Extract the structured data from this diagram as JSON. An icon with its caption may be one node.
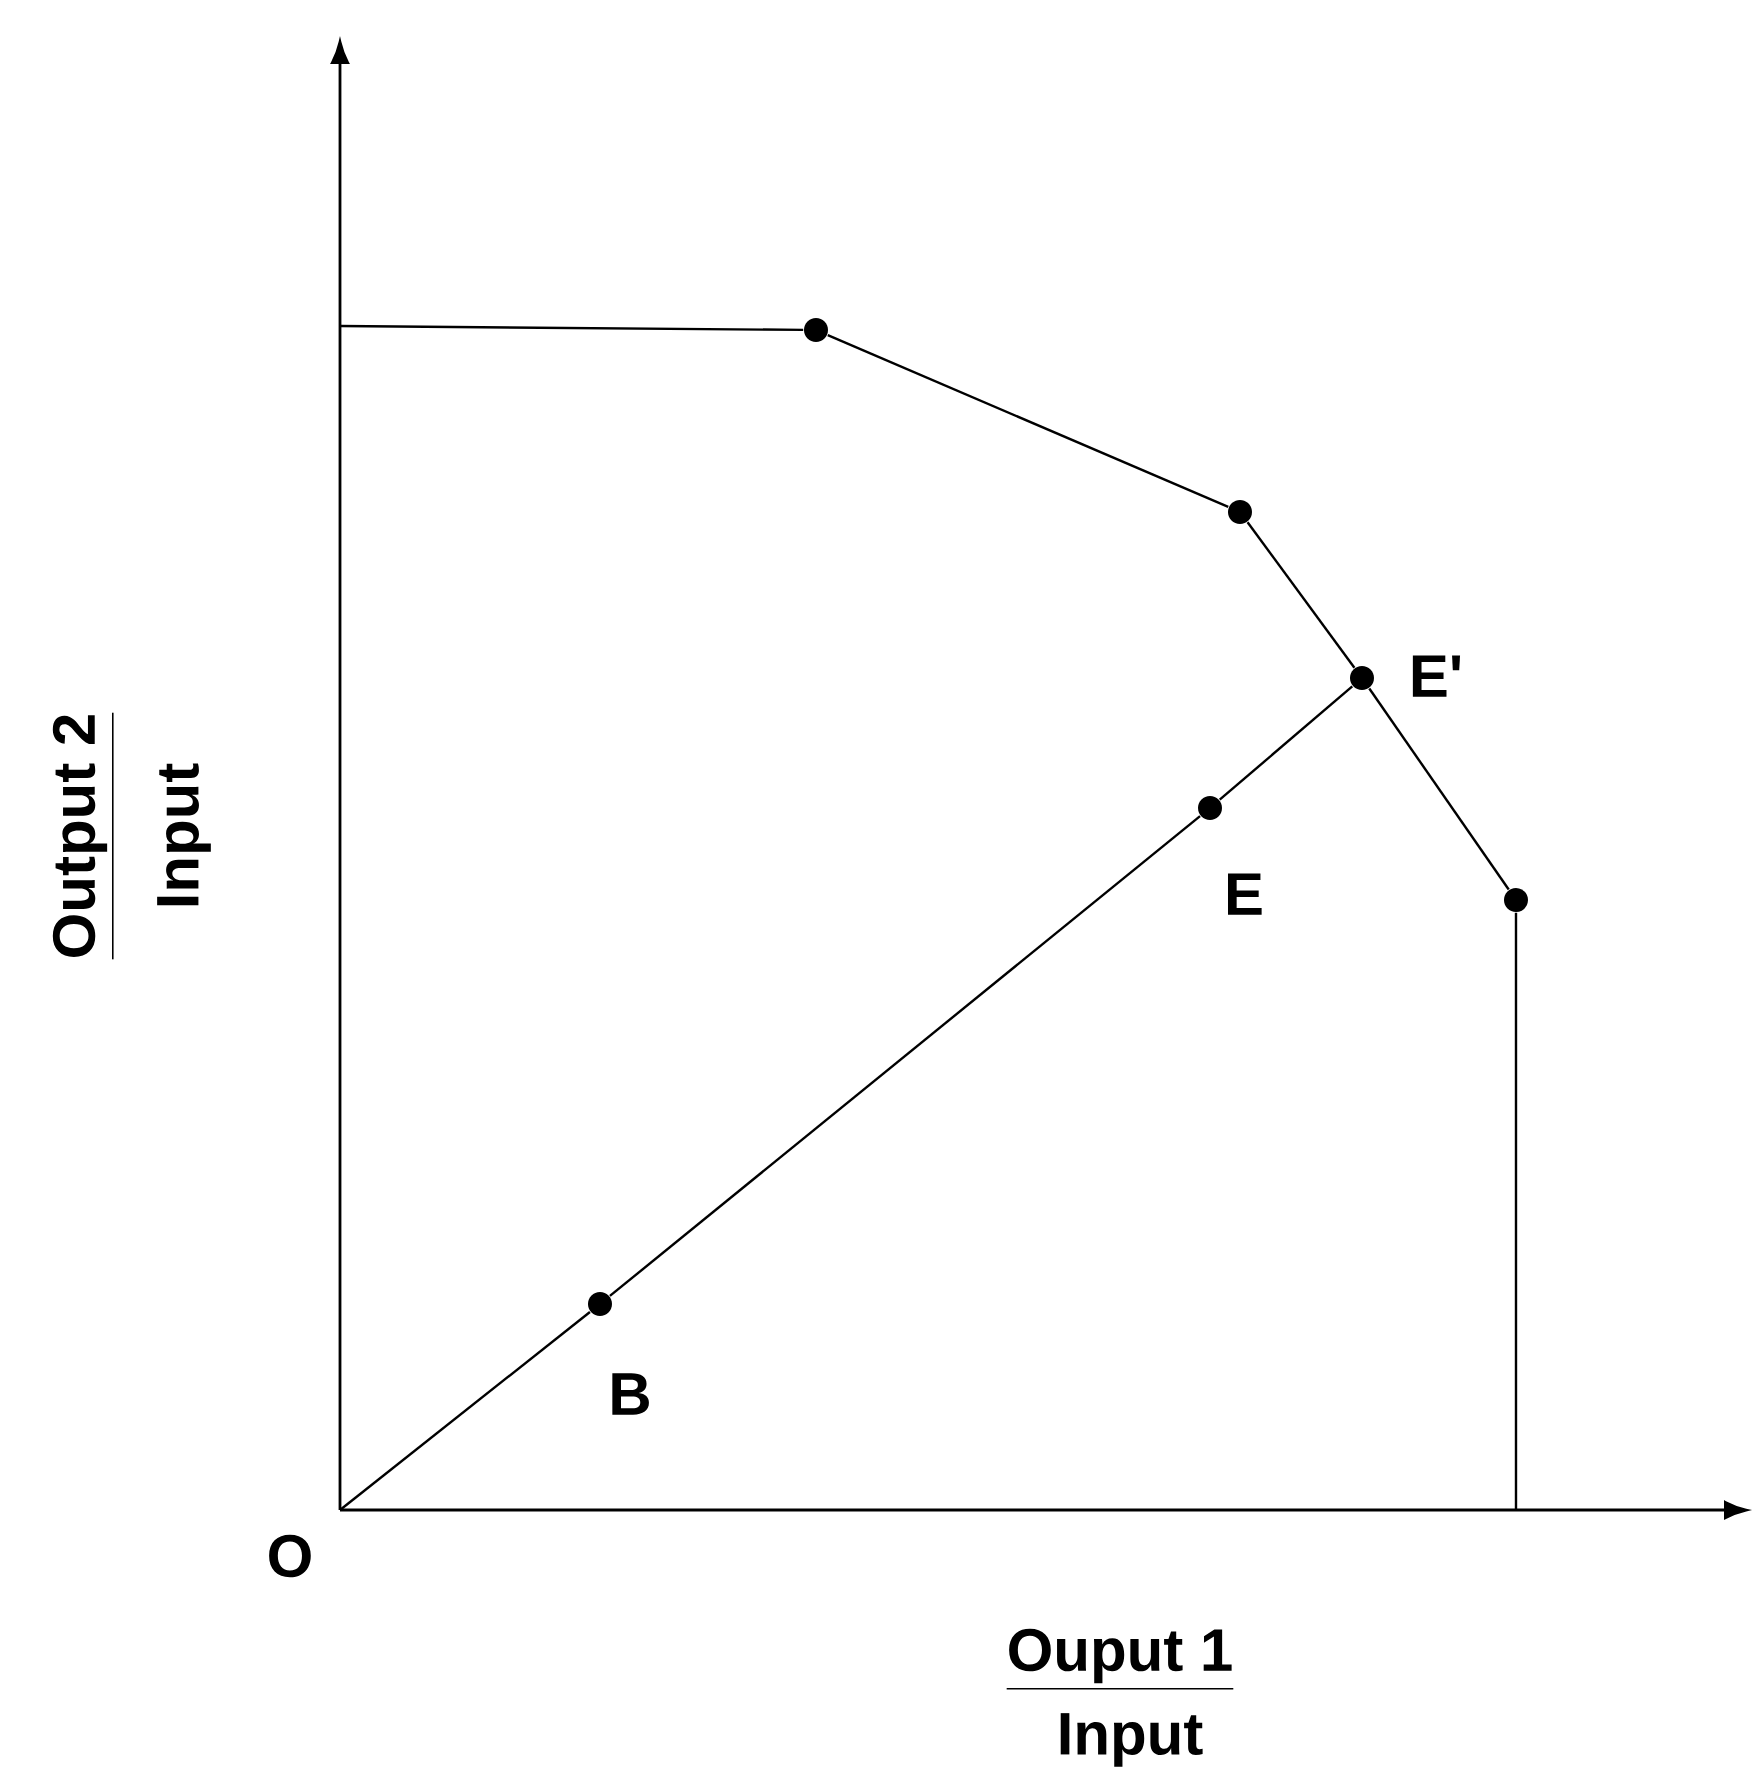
{
  "diagram": {
    "nodes": [
      {
        "text": [],
        "shape": "circle",
        "beside": [
          "B"
        ]
      },
      {
        "text": [],
        "shape": "circle",
        "beside": [
          "E"
        ]
      },
      {
        "text": [],
        "shape": "circle",
        "beside": [
          "E'"
        ]
      },
      {
        "text": [],
        "shape": "circle"
      },
      {
        "text": [],
        "shape": "circle"
      },
      {
        "text": [],
        "shape": "circle"
      }
    ],
    "edges": [
      {
        "from": null,
        "to": 0,
        "arrow": "none"
      },
      {
        "from": 0,
        "to": 1,
        "arrow": "none"
      },
      {
        "from": 1,
        "to": 2,
        "arrow": "none"
      },
      {
        "from": null,
        "to": 3,
        "arrow": "none"
      },
      {
        "from": 3,
        "to": 4,
        "arrow": "none"
      },
      {
        "from": 4,
        "to": 2,
        "arrow": "none"
      },
      {
        "from": 2,
        "to": 5,
        "arrow": "none"
      },
      {
        "from": 5,
        "to": null,
        "arrow": "none"
      }
    ],
    "labels": [
      "Output 2",
      "Input",
      "O",
      "Ouput 1",
      "Input"
    ]
  }
}
